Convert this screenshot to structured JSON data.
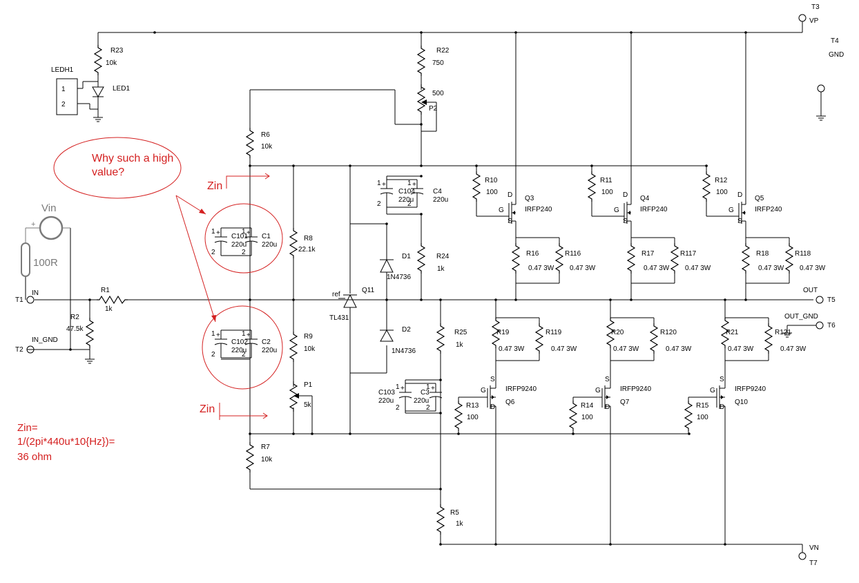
{
  "components": [
    {
      "id": "R23",
      "value": "10k"
    },
    {
      "id": "LEDH1",
      "value": ""
    },
    {
      "id": "LED1",
      "value": ""
    },
    {
      "id": "R22",
      "value": "750"
    },
    {
      "id": "P2",
      "value": "500"
    },
    {
      "id": "R6",
      "value": "10k"
    },
    {
      "id": "C104",
      "value": "220u"
    },
    {
      "id": "C4",
      "value": "220u"
    },
    {
      "id": "C101",
      "value": "220u"
    },
    {
      "id": "C1",
      "value": "220u"
    },
    {
      "id": "C102",
      "value": "220u"
    },
    {
      "id": "C2",
      "value": "220u"
    },
    {
      "id": "C103",
      "value": "220u"
    },
    {
      "id": "C3",
      "value": "220u"
    },
    {
      "id": "R8",
      "value": "22.1k"
    },
    {
      "id": "R9",
      "value": "10k"
    },
    {
      "id": "P1",
      "value": "5k"
    },
    {
      "id": "R7",
      "value": "10k"
    },
    {
      "id": "R1",
      "value": "1k"
    },
    {
      "id": "R2",
      "value": "47.5k"
    },
    {
      "id": "D1",
      "value": "1N4736"
    },
    {
      "id": "D2",
      "value": "1N4736"
    },
    {
      "id": "Q11",
      "value": "TL431"
    },
    {
      "id": "R24",
      "value": "1k"
    },
    {
      "id": "R25",
      "value": "1k"
    },
    {
      "id": "R5",
      "value": "1k"
    },
    {
      "id": "R10",
      "value": "100"
    },
    {
      "id": "R11",
      "value": "100"
    },
    {
      "id": "R12",
      "value": "100"
    },
    {
      "id": "Q3",
      "value": "IRFP240"
    },
    {
      "id": "Q4",
      "value": "IRFP240"
    },
    {
      "id": "Q5",
      "value": "IRFP240"
    },
    {
      "id": "R16",
      "value": "0.47 3W"
    },
    {
      "id": "R116",
      "value": "0.47 3W"
    },
    {
      "id": "R17",
      "value": "0.47 3W"
    },
    {
      "id": "R117",
      "value": "0.47 3W"
    },
    {
      "id": "R18",
      "value": "0.47 3W"
    },
    {
      "id": "R118",
      "value": "0.47 3W"
    },
    {
      "id": "R19",
      "value": "0.47 3W"
    },
    {
      "id": "R119",
      "value": "0.47 3W"
    },
    {
      "id": "R20",
      "value": "0.47 3W"
    },
    {
      "id": "R120",
      "value": "0.47 3W"
    },
    {
      "id": "R21",
      "value": "0.47 3W"
    },
    {
      "id": "R121",
      "value": "0.47 3W"
    },
    {
      "id": "R13",
      "value": "100"
    },
    {
      "id": "R14",
      "value": "100"
    },
    {
      "id": "R15",
      "value": "100"
    },
    {
      "id": "Q6",
      "value": "IRFP9240"
    },
    {
      "id": "Q7",
      "value": "IRFP9240"
    },
    {
      "id": "Q10",
      "value": "IRFP9240"
    }
  ],
  "terminals": [
    {
      "id": "T1",
      "net": "IN"
    },
    {
      "id": "T2",
      "net": "IN_GND"
    },
    {
      "id": "T3",
      "net": "VP"
    },
    {
      "id": "T4",
      "net": "GND"
    },
    {
      "id": "T5",
      "net": "OUT"
    },
    {
      "id": "T6",
      "net": "OUT_GND"
    },
    {
      "id": "T7",
      "net": "VN"
    }
  ],
  "pin_labels": {
    "g": "G",
    "d": "D",
    "s": "S",
    "ref": "ref",
    "p1": "1",
    "p2": "2",
    "plus": "+"
  },
  "annotations": {
    "bubble": "Why such a high value?",
    "bubble_line1": "Why such a high",
    "bubble_line2": "value?",
    "zin_arrow_label": "Zin",
    "zin_formula_line1": "Zin=",
    "zin_formula_line2": "1/(2pi*440u*10{Hz})=",
    "zin_formula_line3": "36 ohm",
    "source_label": "Vin",
    "source_resistor": "100R"
  },
  "colors": {
    "annotation": "#d42020",
    "wire": "#000000",
    "source": "#7a7a7a"
  }
}
